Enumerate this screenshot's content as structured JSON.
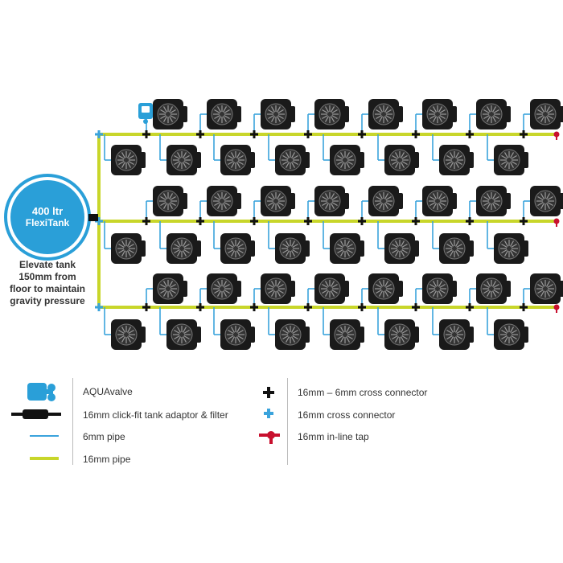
{
  "tank": {
    "title": "400 ltr",
    "subtitle": "FlexiTank",
    "note": [
      "Elevate tank",
      "150mm from",
      "floor to maintain",
      "gravity pressure"
    ]
  },
  "legend": {
    "left": [
      {
        "icon": "aquavalve-icon",
        "label": "AQUAvalve"
      },
      {
        "icon": "tank-adaptor-filter-icon",
        "label": "16mm click-fit tank adaptor & filter"
      },
      {
        "icon": "pipe-6mm-icon",
        "label": "6mm pipe"
      },
      {
        "icon": "pipe-16mm-icon",
        "label": "16mm pipe"
      }
    ],
    "right": [
      {
        "icon": "cross-connector-16-6-icon",
        "label": "16mm – 6mm cross connector"
      },
      {
        "icon": "cross-connector-16-icon",
        "label": "16mm cross connector"
      },
      {
        "icon": "inline-tap-icon",
        "label": "16mm in-line tap"
      }
    ]
  },
  "colors": {
    "pipe16": "#c8d62a",
    "pipe6": "#3aa3dc",
    "tank": "#2a9fd8",
    "pot": "#1a1a1a",
    "tap": "#c8102e",
    "connector": "#111111"
  },
  "layout_info": {
    "pot_rows": 6,
    "pots_per_row": 8
  }
}
